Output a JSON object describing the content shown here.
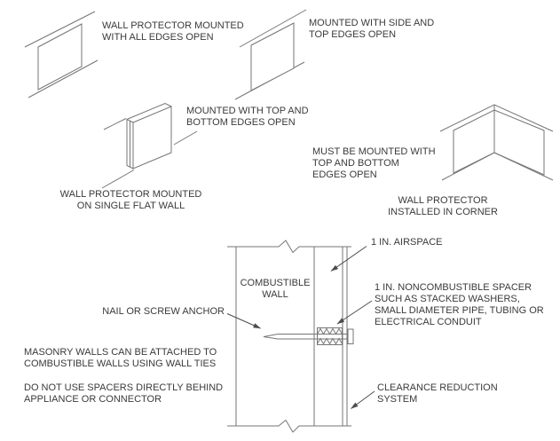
{
  "figure": {
    "labels": {
      "all_edges": "WALL PROTECTOR MOUNTED\nWITH ALL EDGES OPEN",
      "side_top": "MOUNTED WITH SIDE AND\nTOP EDGES OPEN",
      "top_bottom": "MOUNTED WITH TOP AND\nBOTTOM EDGES OPEN",
      "flat_wall_caption": "WALL PROTECTOR MOUNTED\nON SINGLE FLAT WALL",
      "corner_mount": "MUST BE MOUNTED WITH\nTOP AND BOTTOM\nEDGES OPEN",
      "corner_caption": "WALL PROTECTOR\nINSTALLED IN CORNER"
    },
    "cross_section": {
      "wall": "COMBUSTIBLE\nWALL",
      "nail": "NAIL OR SCREW ANCHOR",
      "masonry_note": "MASONRY WALLS CAN BE ATTACHED TO\nCOMBUSTIBLE WALLS USING WALL TIES",
      "spacer_note": "DO NOT USE SPACERS DIRECTLY BEHIND\nAPPLIANCE OR CONNECTOR",
      "airspace": "1 IN. AIRSPACE",
      "spacer": "1 IN. NONCOMBUSTIBLE SPACER\nSUCH AS STACKED WASHERS,\nSMALL DIAMETER PIPE, TUBING OR\nELECTRICAL CONDUIT",
      "clearance": "CLEARANCE REDUCTION\nSYSTEM"
    },
    "colors": {
      "line": "#757575",
      "text": "#3a3a3a",
      "background": "#ffffff"
    }
  }
}
